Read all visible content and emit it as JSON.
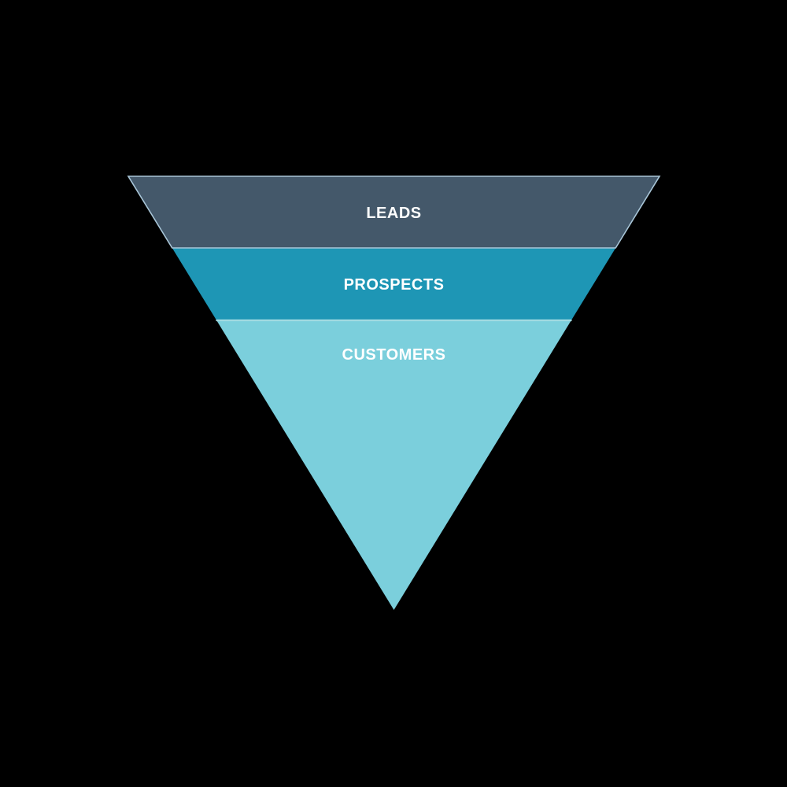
{
  "page": {
    "background_color": "#000000"
  },
  "funnel": {
    "kind": "inverted-pyramid-sales-funnel",
    "label_color": "#ffffff",
    "stages": [
      {
        "label": "LEADS",
        "fill": "#44586a",
        "outline": "#a9c6d8"
      },
      {
        "label": "PROSPECTS",
        "fill": "#1e96b5",
        "outline": "#a2dbe2"
      },
      {
        "label": "CUSTOMERS",
        "fill": "#7bcfdc",
        "outline": "#a2dbe2"
      }
    ]
  },
  "chart_data": {
    "type": "funnel",
    "title": "",
    "categories": [
      "LEADS",
      "PROSPECTS",
      "CUSTOMERS"
    ],
    "order": "top-widest-to-bottom-point",
    "legend_position": "none",
    "notes": "Three-stage inverted pyramid; stage widths narrow linearly from top (LEADS) to apex point below CUSTOMERS."
  }
}
